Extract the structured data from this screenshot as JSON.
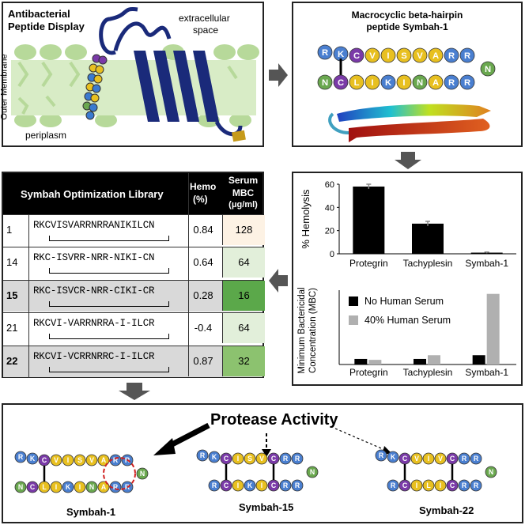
{
  "display_panel": {
    "title_line1": "Antibacterial",
    "title_line2": "Peptide Display",
    "extracellular": "extracellular",
    "space": "space",
    "outer_membrane": "Outer Membrane",
    "periplasm": "periplasm"
  },
  "macro_panel": {
    "title_line1": "Macrocyclic beta-hairpin",
    "title_line2": "peptide Symbah-1",
    "top_residues": [
      "R",
      "K",
      "C",
      "V",
      "I",
      "S",
      "V",
      "A",
      "R",
      "R"
    ],
    "bottom_residues": [
      "N",
      "C",
      "L",
      "I",
      "K",
      "I",
      "N",
      "A",
      "R",
      "R"
    ],
    "end_residue": "N"
  },
  "library": {
    "title": "Symbah Optimization Library",
    "hemo_header_1": "Hemo",
    "hemo_header_2": "(%)",
    "mbc_header_1": "Serum",
    "mbc_header_2": "MBC",
    "mbc_header_3": "(μg/ml)",
    "rows": [
      {
        "num": "1",
        "seq": "RKCVISVARRNRRANIKILCN",
        "hemo": "0.84",
        "mbc": "128",
        "mbc_color": "#fdf2e4",
        "bold": false
      },
      {
        "num": "14",
        "seq": "RKC-ISVRR-NRR-NIKI-CN",
        "hemo": "0.64",
        "mbc": "64",
        "mbc_color": "#e2efda",
        "bold": false
      },
      {
        "num": "15",
        "seq": "RKC-ISVCR-NRR-CIKI-CR",
        "hemo": "0.28",
        "mbc": "16",
        "mbc_color": "#5ba84a",
        "bold": true
      },
      {
        "num": "21",
        "seq": "RKCVI-VARRNRRA-I-ILCR",
        "hemo": "-0.4",
        "mbc": "64",
        "mbc_color": "#e2efda",
        "bold": false
      },
      {
        "num": "22",
        "seq": "RKCVI-VCRRNRRC-I-ILCR",
        "hemo": "0.87",
        "mbc": "32",
        "mbc_color": "#8cc26f",
        "bold": true
      }
    ]
  },
  "chart_data": [
    {
      "type": "bar",
      "ylabel": "% Hemolysis",
      "categories": [
        "Protegrin",
        "Tachyplesin",
        "Symbah-1"
      ],
      "values": [
        58,
        26,
        1
      ],
      "errors": [
        2,
        2,
        0.5
      ],
      "ylim": [
        0,
        60
      ],
      "yticks": [
        "0",
        "20",
        "40",
        "60"
      ],
      "color": "#000000"
    },
    {
      "type": "bar",
      "ylabel_line1": "Minimum Bactericidal",
      "ylabel_line2": "Concentration (MBC)",
      "categories": [
        "Protegrin",
        "Tachyplesin",
        "Symbah-1"
      ],
      "legend_position": "top-right",
      "series": [
        {
          "name": "No Human Serum",
          "values": [
            3,
            3,
            5
          ],
          "color": "#000000"
        },
        {
          "name": "40% Human Serum",
          "values": [
            2.5,
            5,
            38
          ],
          "color": "#b0b0b0"
        }
      ],
      "ylim": [
        0,
        40
      ]
    }
  ],
  "protease": {
    "title": "Protease Activity",
    "labels": [
      "Symbah-1",
      "Symbah-15",
      "Symbah-22"
    ]
  }
}
